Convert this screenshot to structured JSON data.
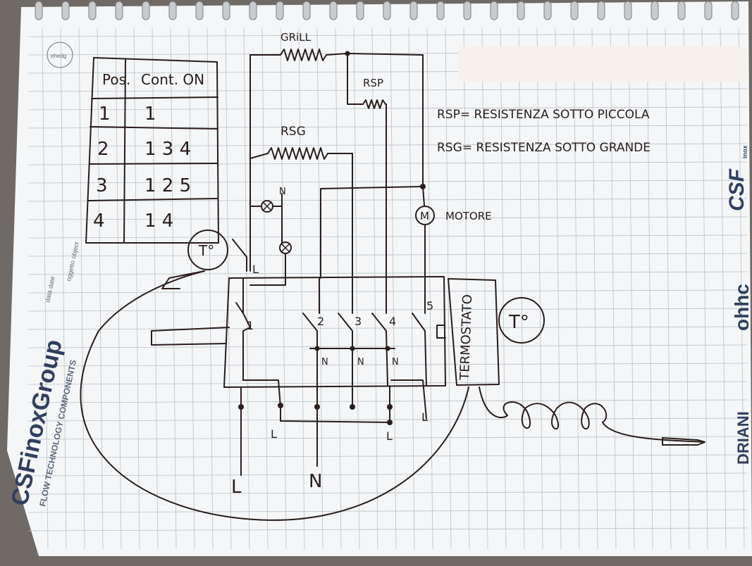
{
  "table": {
    "headers": [
      "Pos.",
      "Cont. ON"
    ],
    "rows": [
      {
        "pos": "1",
        "cont": "1"
      },
      {
        "pos": "2",
        "cont": "1 3 4"
      },
      {
        "pos": "3",
        "cont": "1 2 5"
      },
      {
        "pos": "4",
        "cont": "1 4"
      }
    ]
  },
  "components": {
    "grill": "GRiLL",
    "rsp": "RSP",
    "rsg": "RSG",
    "motor_symbol": "M",
    "motor_label": "MOTORE",
    "thermostat": "TERMOSTATO",
    "temp_symbol": "T°"
  },
  "legend": {
    "rsp": "RSP= RESISTENZA SOTTO PICCOLA",
    "rsg": "RSG= RESISTENZA SOTTO GRANDE"
  },
  "switch_labels": [
    "1",
    "2",
    "3",
    "4",
    "5"
  ],
  "wire_labels": {
    "L": "L",
    "N": "N"
  },
  "notebook": {
    "brand_name": "CSFinoxGroup",
    "tagline": "FLOW TECHNOLOGY COMPONENTS",
    "field_date": "data date",
    "field_object": "oggetto object",
    "side_brand": "CSF",
    "side_brand_sub": "inox",
    "side_brand2": "ohhc",
    "side_brand3": "DRIANI",
    "page_mark": "ehedg"
  },
  "colors": {
    "paper": "#f4f6f7",
    "grid": "#b9c2c8",
    "ink": "#2a1d1b",
    "brand_blue": "#2f3f5e"
  }
}
